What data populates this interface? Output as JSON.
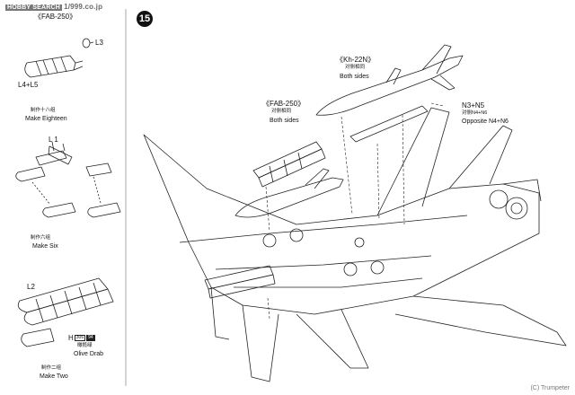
{
  "watermark": "1/999.co.jp",
  "watermark_badge": "HOBBY SEARCH",
  "step_number": "15",
  "left_panel": {
    "group_title": "《FAB-250》",
    "part_l3": "L3",
    "part_l4l5": "L4+L5",
    "make18_cn": "制作十八组",
    "make18_en": "Make Eighteen",
    "part_l1": "L 1",
    "make6_cn": "制作六组",
    "make6_en": "Make Six",
    "part_l2": "L2",
    "part_h": "H",
    "paint_code_1": "306",
    "paint_code_2": "94",
    "paint_cn": "橄榄绿",
    "paint_en": "Olive Drab",
    "make2_cn": "制作二组",
    "make2_en": "Make Two"
  },
  "main_panel": {
    "kh22_title": "《Kh-22N》",
    "kh22_cn": "对侧相同",
    "kh22_en": "Both sides",
    "fab_title": "《FAB-250》",
    "fab_cn": "对侧相同",
    "fab_en": "Both sides",
    "n3n5": "N3+N5",
    "opp_cn": "对侧N4+N6",
    "opp_en": "Opposite N4+N6"
  },
  "credit": "(C) Trumpeter"
}
